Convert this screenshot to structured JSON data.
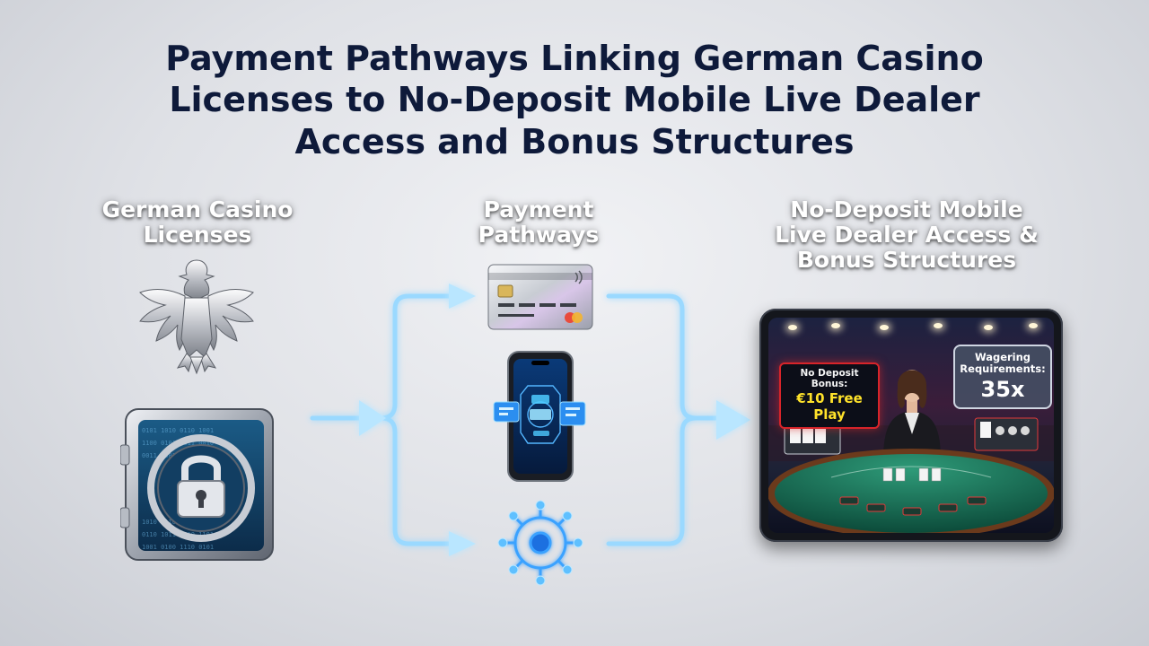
{
  "title": {
    "line1": "Payment Pathways Linking German Casino",
    "line2": "Licenses to No-Deposit Mobile Live Dealer",
    "line3": "Access and Bonus Structures"
  },
  "columns": {
    "licenses": {
      "line1": "German Casino",
      "line2": "Licenses"
    },
    "payments": {
      "line1": "Payment",
      "line2": "Pathways"
    },
    "nodeposit": {
      "line1": "No-Deposit Mobile",
      "line2": "Live Dealer Access &",
      "line3": "Bonus Structures"
    }
  },
  "tablet": {
    "bonus_label": "No Deposit Bonus:",
    "bonus_value": "€10 Free Play",
    "wager_label_line1": "Wagering",
    "wager_label_line2": "Requirements:",
    "wager_value": "35x"
  },
  "icons": [
    "eagle-emblem-icon",
    "padlock-vault-icon",
    "credit-card-icon",
    "smartphone-payment-icon",
    "crypto-network-icon",
    "live-dealer-tablet"
  ],
  "colors": {
    "title": "#0e1a3a",
    "arrow": "#8fd6ff",
    "bonus_accent": "#ffe22a",
    "bonus_border": "#d8242a"
  }
}
